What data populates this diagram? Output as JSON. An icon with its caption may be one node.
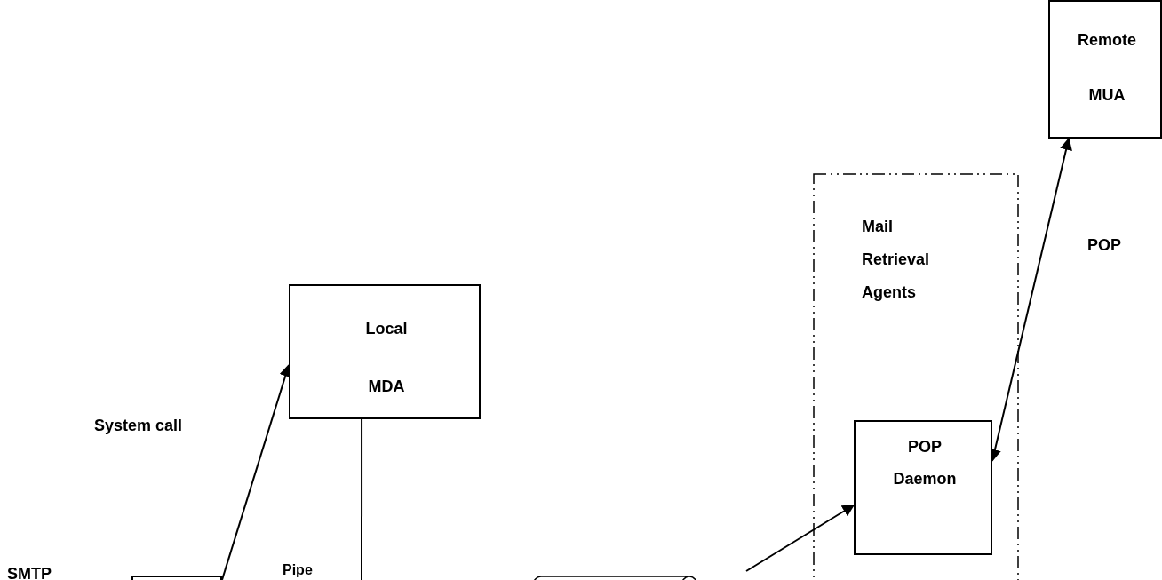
{
  "diagram": {
    "nodes": [
      {
        "text": [
          "Remote MUA"
        ]
      },
      {
        "text": [
          "Mail Retrieval Agents"
        ]
      },
      {
        "text": [
          "POP Daemon"
        ],
        "in": 1
      },
      {
        "text": [
          "Local MDA"
        ]
      },
      {
        "text": [],
        "shape": "box"
      },
      {
        "text": [],
        "shape": "cylinder"
      }
    ],
    "edges": [
      {
        "from": 2,
        "to": 0,
        "arrow": "both"
      },
      {
        "from": 4,
        "to": 3,
        "arrow": "to"
      },
      {
        "from": 3,
        "to": null,
        "arrow": "none"
      },
      {
        "from": null,
        "to": 2,
        "arrow": "to"
      }
    ],
    "labels": [
      "POP",
      "System call",
      "SMTP",
      "Pipe"
    ]
  }
}
